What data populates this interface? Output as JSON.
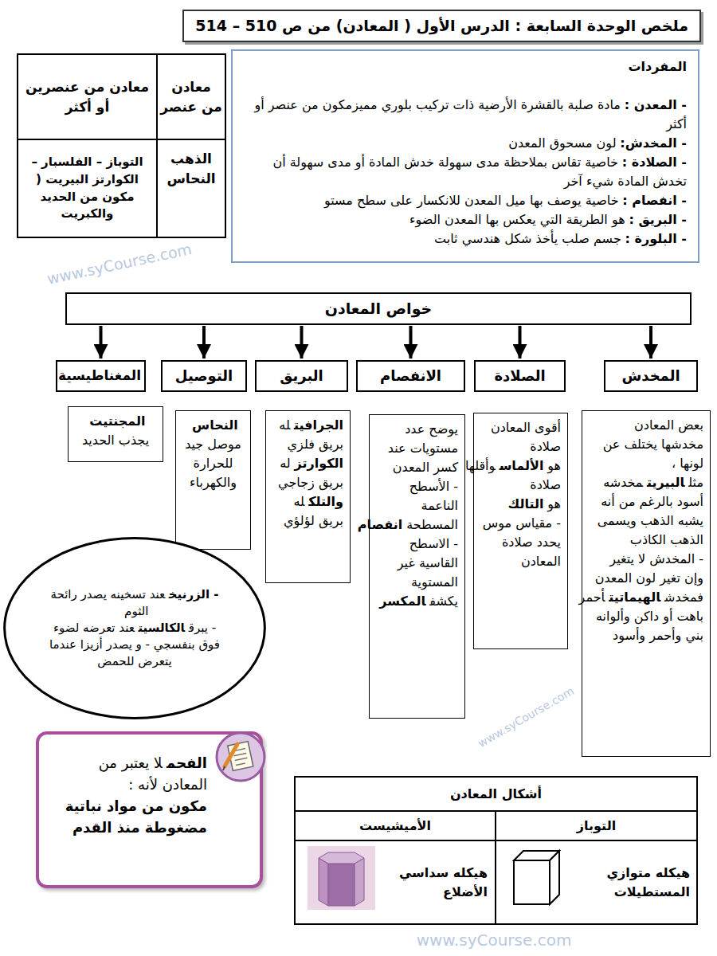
{
  "diagram": {
    "nodes": [
      {
        "text": [
          "ملخص الوحدة السابعة : الدرس الأول ( المعادن) من ص  510 – 514"
        ]
      },
      {
        "text": [
          "المفردات",
          "- المعدن :",
          "مادة صلبة بالقشرة الأرضية ذات تركيب بلوري مميزمكون من عنصر أو أكثر",
          "- المخدش:",
          "لون مسحوق المعدن",
          "- الصلادة :",
          "خاصية تقاس بملاحظة مدى سهولة خدش المادة أو مدى سهولة أن تخدش المادة شيء آخر",
          "- انفصام :",
          "خاصية يوصف بها ميل المعدن للانكسار على سطح مستو",
          "- البريق :",
          "هو الطريقة التي يعكس بها المعدن الضوء",
          "- البلورة :",
          "جسم صلب يأخذ شكل هندسي ثابت"
        ]
      },
      {
        "text": [
          "خواص المعادن"
        ]
      },
      {
        "text": [
          "المخدش"
        ]
      },
      {
        "text": [
          "الصلادة"
        ]
      },
      {
        "text": [
          "الانفصام"
        ]
      },
      {
        "text": [
          "البريق"
        ]
      },
      {
        "text": [
          "التوصيل"
        ]
      },
      {
        "text": [
          "المغناطيسية"
        ]
      },
      {
        "text": [
          "بعض المعادن مخدشها يختلف عن لونها ، مثل",
          "البيريت",
          "مخدشه أسود بالرغم من أنه يشبه الذهب ويسمى الذهب الكاذب",
          "- المخدش لا يتغير وإن تغير لون المعدن فمخدش",
          "الهيماتيت",
          "أحمر باهت أو داكن وألوانه بني وأحمر وأسود"
        ]
      },
      {
        "text": [
          "أقوى المعادن صلادة هو",
          "الألماس",
          "وأقلها صلادة هو",
          "التالك",
          "- مقياس موس يحدد صلادة المعادن"
        ]
      },
      {
        "text": [
          "يوضح عدد مستويات عند كسر المعدن",
          "- الأسطح الناعمة المسطحة",
          "انفصام",
          "- الاسطح القاسية غير المستوية يكشف",
          "المكسر"
        ]
      },
      {
        "text": [
          "الجرافيت",
          "له بريق فلزي",
          "الكوارتز",
          "له بريق زجاجي",
          "والتلك",
          "له بريق لؤلؤي"
        ]
      },
      {
        "text": [
          "النحاس",
          "موصل جيد للحرارة والكهرباء"
        ]
      },
      {
        "text": [
          "المجنتيت",
          "يجذب الحديد"
        ]
      },
      {
        "text": [
          "- الزرنيخ",
          "عند تسخينه يصدر رائحة الثوم",
          "- يبرق",
          "الكالسيت",
          "عند تعرضه لضوء فوق بنفسجي - و يصدر أزيزا عندما يتعرض للحمض"
        ]
      },
      {
        "text": [
          "الفحم",
          "لا يعتبر من المعادن لأنه :",
          "مكون من مواد نباتية مضغوطة منذ القدم"
        ]
      }
    ],
    "edges": [
      {
        "from": 2,
        "to": 3,
        "arrow": "to"
      },
      {
        "from": 2,
        "to": 4,
        "arrow": "to"
      },
      {
        "from": 2,
        "to": 5,
        "arrow": "to"
      },
      {
        "from": 2,
        "to": 6,
        "arrow": "to"
      },
      {
        "from": 2,
        "to": 7,
        "arrow": "to"
      },
      {
        "from": 2,
        "to": 8,
        "arrow": "to"
      }
    ],
    "labels": [
      "معادن من عنصر",
      "معادن من عنصرين أو أكثر",
      "الذهب النحاس",
      "التوباز – الفلسبار – الكوارتز البيريت ( مكون من الحديد والكبريت",
      "أشكال المعادن",
      "التوباز",
      "الأميشيست",
      "هيكله متوازي المستطيلات",
      "هيكله سداسي الأضلاع",
      "www.syCourse.com",
      "www.syCourse.com",
      "www.syCourse.com"
    ]
  }
}
